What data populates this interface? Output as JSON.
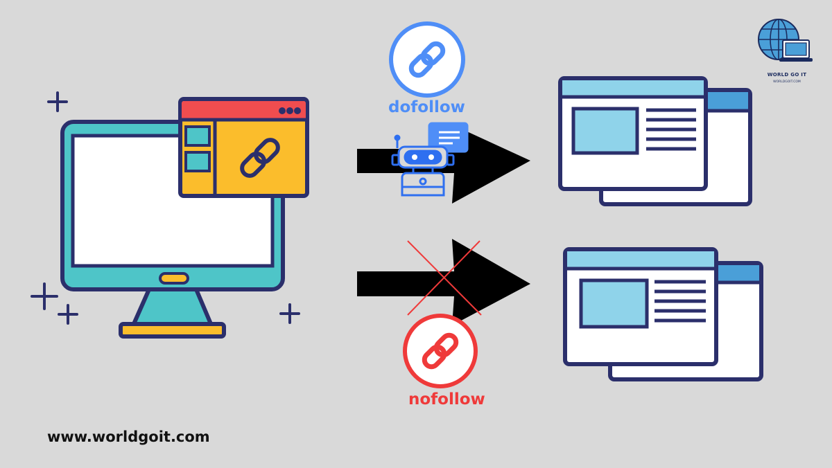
{
  "labels": {
    "dofollow": "dofollow",
    "nofollow": "nofollow",
    "website": "www.worldgoit.com"
  },
  "brand": {
    "name": "WORLD GO IT",
    "domain": "WORLDGOIT.COM"
  },
  "icons": {
    "computer": "computer-monitor-icon",
    "link_window": "browser-window-link-icon",
    "dofollow_badge": "chain-link-icon",
    "nofollow_badge": "chain-link-icon",
    "bot": "robot-chat-icon",
    "target_page": "web-page-icon",
    "cross": "cross-mark-icon",
    "logo": "globe-laptop-icon"
  },
  "colors": {
    "background": "#d9d9d9",
    "dofollow": "#4f8ef7",
    "nofollow": "#ef3a3a",
    "outline": "#2b2f6b",
    "monitor": "#4ec5c8",
    "window_yellow": "#fbbd2c",
    "window_red": "#f04d4f",
    "page_header": "#8fd3ea",
    "page_back_header": "#4a9fd8",
    "arrow": "#000000"
  }
}
